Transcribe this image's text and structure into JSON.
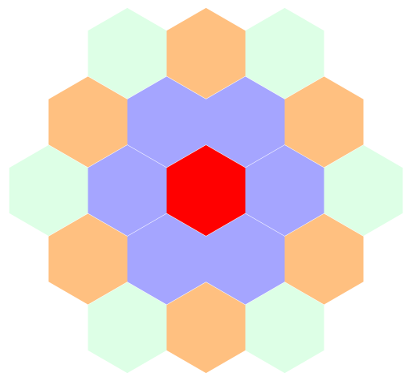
{
  "board": {
    "background": "#ffffff",
    "ring_colors": {
      "center": "#ff0000",
      "inner": "#a5a5ff",
      "outer_alternate": "#ffc080",
      "outer_light": "#ddffe6"
    },
    "cells": [
      {
        "id": "center",
        "q": 0,
        "r": 0,
        "role": "center"
      },
      {
        "id": "inner-0",
        "q": 1,
        "r": 0,
        "role": "inner"
      },
      {
        "id": "inner-1",
        "q": 1,
        "r": -1,
        "role": "inner"
      },
      {
        "id": "inner-2",
        "q": 0,
        "r": -1,
        "role": "inner"
      },
      {
        "id": "inner-3",
        "q": -1,
        "r": 0,
        "role": "inner"
      },
      {
        "id": "inner-4",
        "q": -1,
        "r": 1,
        "role": "inner"
      },
      {
        "id": "inner-5",
        "q": 0,
        "r": 1,
        "role": "inner"
      },
      {
        "id": "outer-0",
        "q": 2,
        "r": -2,
        "role": "outer_light"
      },
      {
        "id": "outer-1",
        "q": 1,
        "r": -2,
        "role": "outer_alternate"
      },
      {
        "id": "outer-2",
        "q": 0,
        "r": -2,
        "role": "outer_light"
      },
      {
        "id": "outer-3",
        "q": -1,
        "r": -1,
        "role": "outer_alternate"
      },
      {
        "id": "outer-4",
        "q": -2,
        "r": 0,
        "role": "outer_light"
      },
      {
        "id": "outer-5",
        "q": -2,
        "r": 1,
        "role": "outer_alternate"
      },
      {
        "id": "outer-6",
        "q": -2,
        "r": 2,
        "role": "outer_light"
      },
      {
        "id": "outer-7",
        "q": -1,
        "r": 2,
        "role": "outer_alternate"
      },
      {
        "id": "outer-8",
        "q": 0,
        "r": 2,
        "role": "outer_light"
      },
      {
        "id": "outer-9",
        "q": 1,
        "r": 1,
        "role": "outer_alternate"
      },
      {
        "id": "outer-10",
        "q": 2,
        "r": 0,
        "role": "outer_light"
      },
      {
        "id": "outer-11",
        "q": 2,
        "r": -1,
        "role": "outer_alternate"
      }
    ]
  }
}
